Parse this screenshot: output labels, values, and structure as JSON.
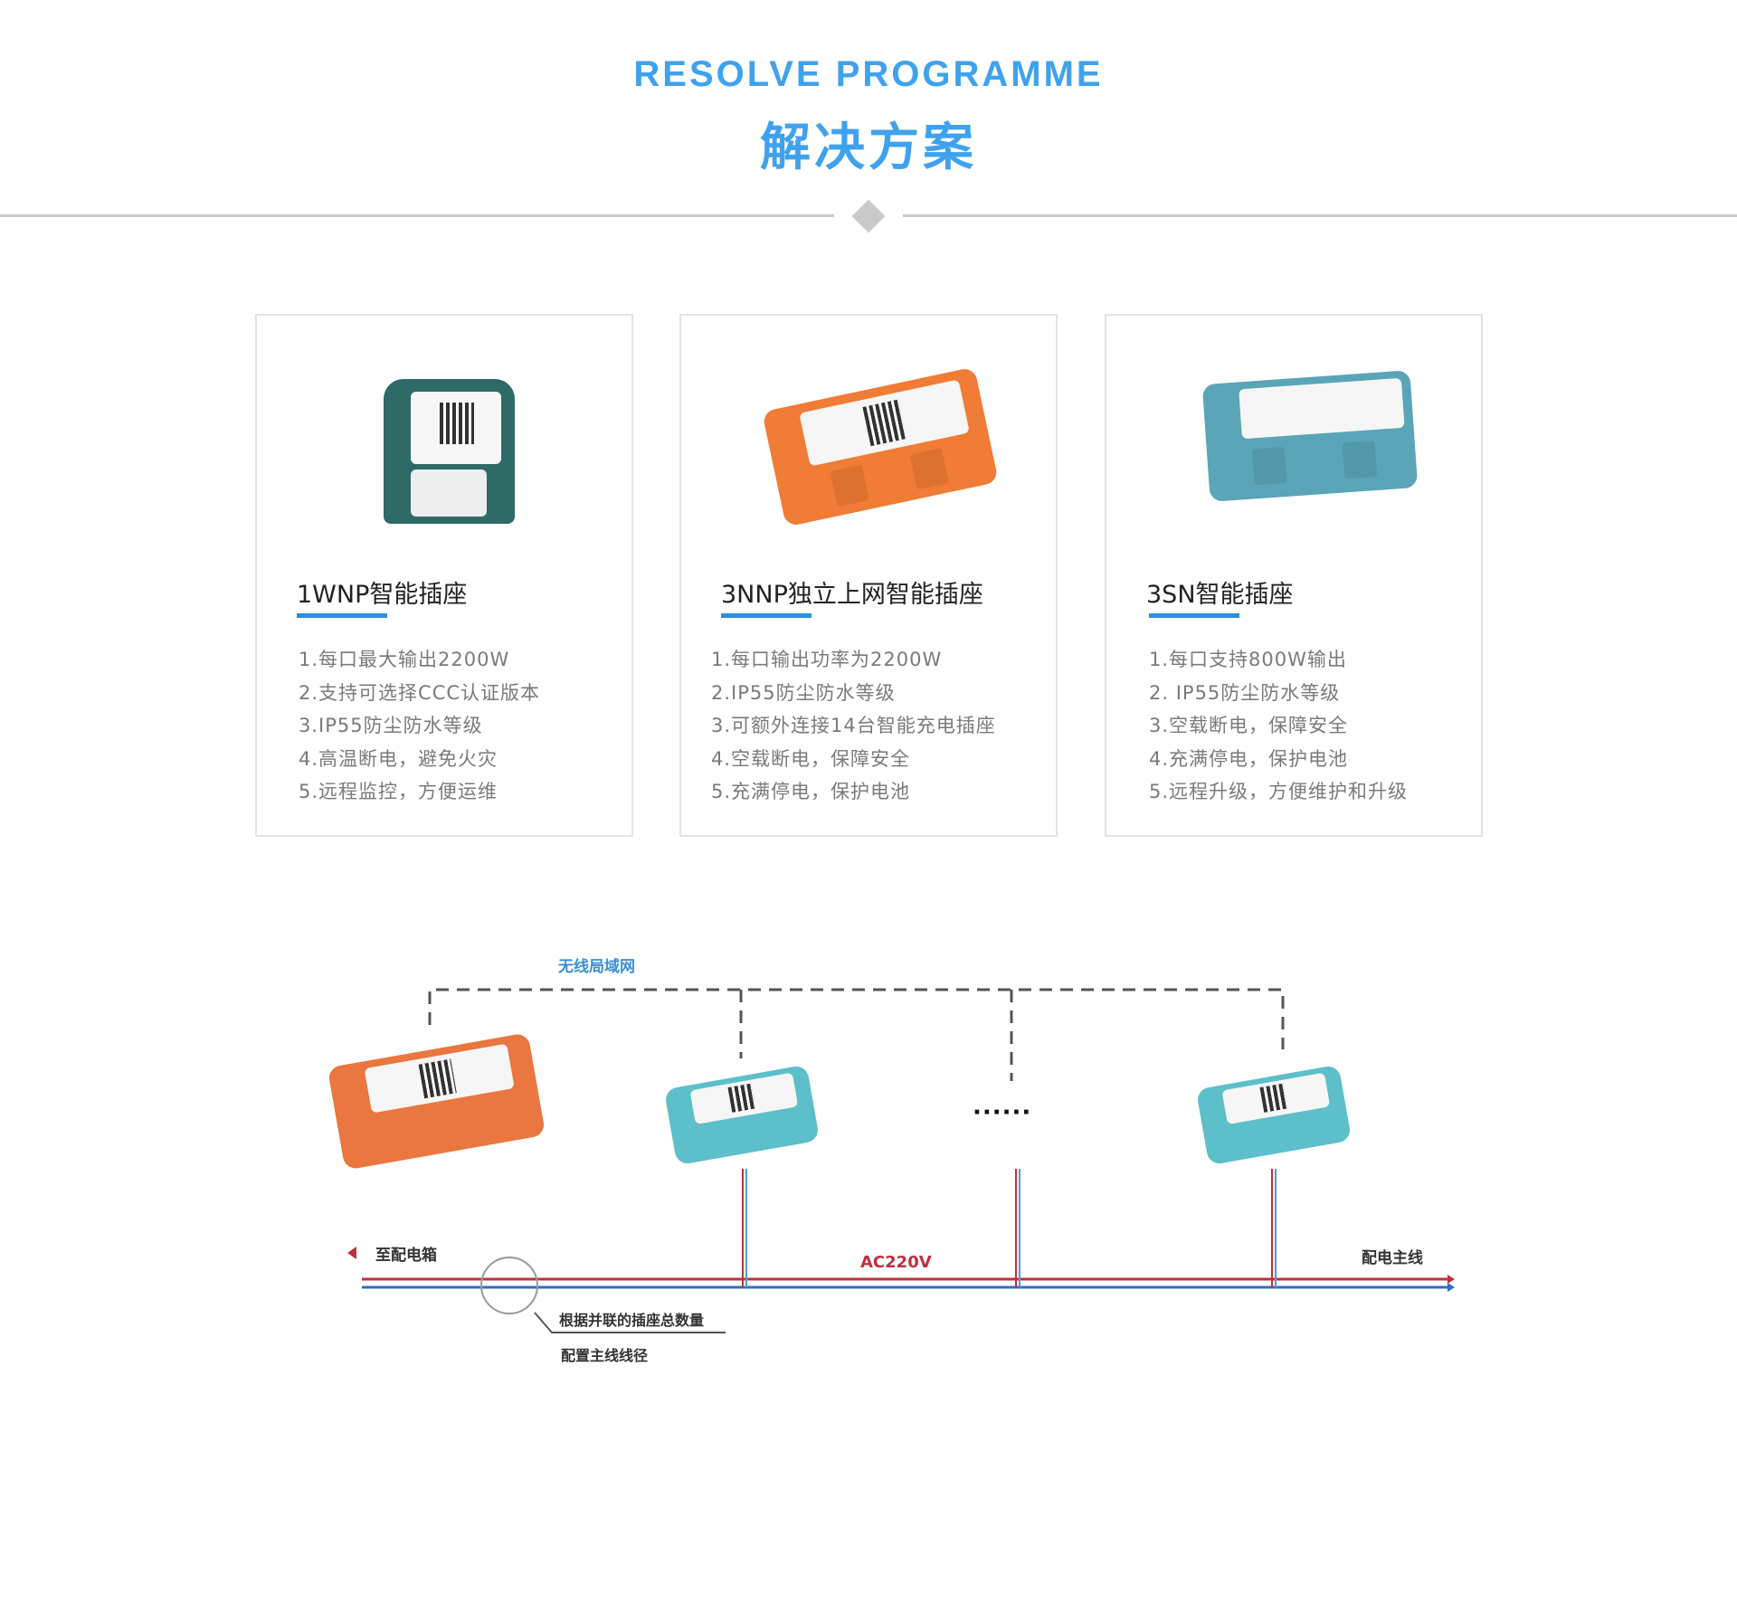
{
  "header": {
    "title_en": "RESOLVE PROGRAMME",
    "title_cn": "解决方案"
  },
  "cards": [
    {
      "title": "1WNP智能插座",
      "image": "1wnp-socket-product-photo",
      "features": [
        "1.每口最大输出2200W",
        "2.支持可选择CCC认证版本",
        "3.IP55防尘防水等级",
        "4.高温断电，避免火灾",
        "5.远程监控，方便运维"
      ]
    },
    {
      "title": "3NNP独立上网智能插座",
      "image": "3nnp-socket-product-photo",
      "features": [
        "1.每口输出功率为2200W",
        "2.IP55防尘防水等级",
        "3.可额外连接14台智能充电插座",
        "4.空载断电，保障安全",
        "5.充满停电，保护电池"
      ]
    },
    {
      "title": "3SN智能插座",
      "image": "3sn-socket-product-photo",
      "features": [
        "1.每口支持800W输出",
        "2. IP55防尘防水等级",
        "3.空载断电，保障安全",
        "4.充满停电，保护电池",
        "5.远程升级，方便维护和升级"
      ]
    }
  ],
  "diagram": {
    "wlan_label": "无线局域网",
    "to_box_label": "至配电箱",
    "voltage_label": "AC220V",
    "main_line_label": "配电主线",
    "note_line1": "根据并联的插座总数量",
    "note_line2": "配置主线线径",
    "ellipsis": "······"
  },
  "colors": {
    "accent": "#3fa2ee",
    "bar": "#2a8fe0",
    "live_wire": "#c0303f",
    "neutral_wire": "#2f6fc0"
  }
}
